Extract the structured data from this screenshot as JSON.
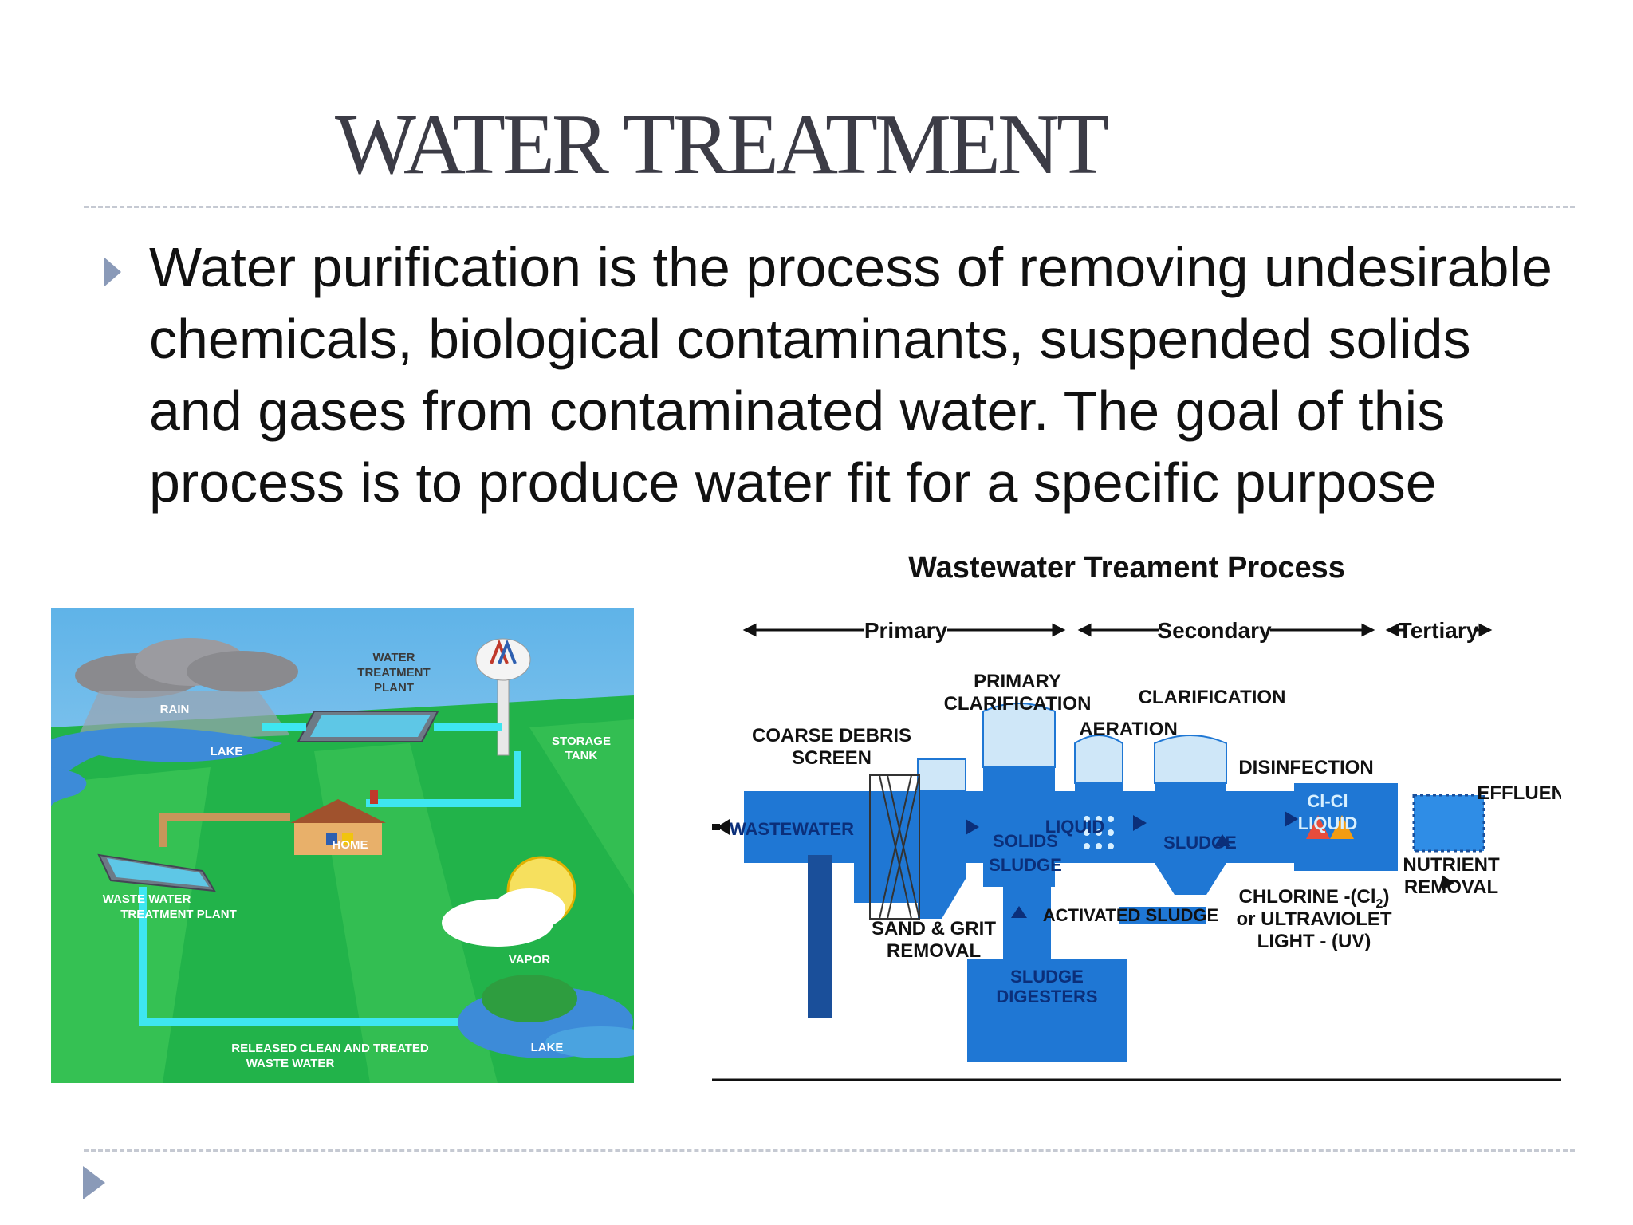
{
  "slide": {
    "title": "WATER TREATMENT",
    "bullet": "Water purification is the process of removing undesirable chemicals, biological contaminants, suspended solids and gases from contaminated water. The goal of this process is to produce water fit for a specific purpose"
  },
  "water_cycle": {
    "labels": {
      "water_treatment_plant_1": "WATER",
      "water_treatment_plant_2": "TREATMENT",
      "water_treatment_plant_3": "PLANT",
      "rain": "RAIN",
      "lake_top": "LAKE",
      "storage_tank_1": "STORAGE",
      "storage_tank_2": "TANK",
      "home": "HOME",
      "wwtp_1": "WASTE WATER",
      "wwtp_2": "TREATMENT PLANT",
      "vapor": "VAPOR",
      "released_1": "RELEASED CLEAN AND TREATED",
      "released_2": "WASTE WATER",
      "lake_bottom": "LAKE"
    }
  },
  "wastewater": {
    "title": "Wastewater Treament Process",
    "stages": {
      "primary": "Primary",
      "secondary": "Secondary",
      "tertiary": "Tertiary"
    },
    "labels": {
      "primary_clar_1": "PRIMARY",
      "primary_clar_2": "CLARIFICATION",
      "clarification": "CLARIFICATION",
      "aeration": "AERATION",
      "coarse_1": "COARSE DEBRIS",
      "coarse_2": "SCREEN",
      "disinfection": "DISINFECTION",
      "effluent": "EFFLUENT",
      "wastewater": "WASTEWATER",
      "solids": "SOLIDS",
      "sludge_a": "SLUDGE",
      "liquid_a": "LIQUID",
      "sludge_b": "SLUDGE",
      "clcl": "Cl-Cl",
      "liquid_b": "LIQUID",
      "nutrient_1": "NUTRIENT",
      "nutrient_2": "REMOVAL",
      "activated": "ACTIVATED SLUDGE",
      "chlorine_1": "CHLORINE -(Cl",
      "chlorine_sub": "2",
      "chlorine_close": ")",
      "chlorine_2": "or ULTRAVIOLET",
      "chlorine_3": "LIGHT - (UV)",
      "sand_1": "SAND & GRIT",
      "sand_2": "REMOVAL",
      "digesters_1": "SLUDGE",
      "digesters_2": "DIGESTERS"
    }
  },
  "colors": {
    "title": "#3c3c46",
    "bullet_marker": "#8a9ab8",
    "diagram_blue": "#1f77d4",
    "pipe_cyan": "#3ee6f0",
    "grass_green": "#22b34a"
  }
}
